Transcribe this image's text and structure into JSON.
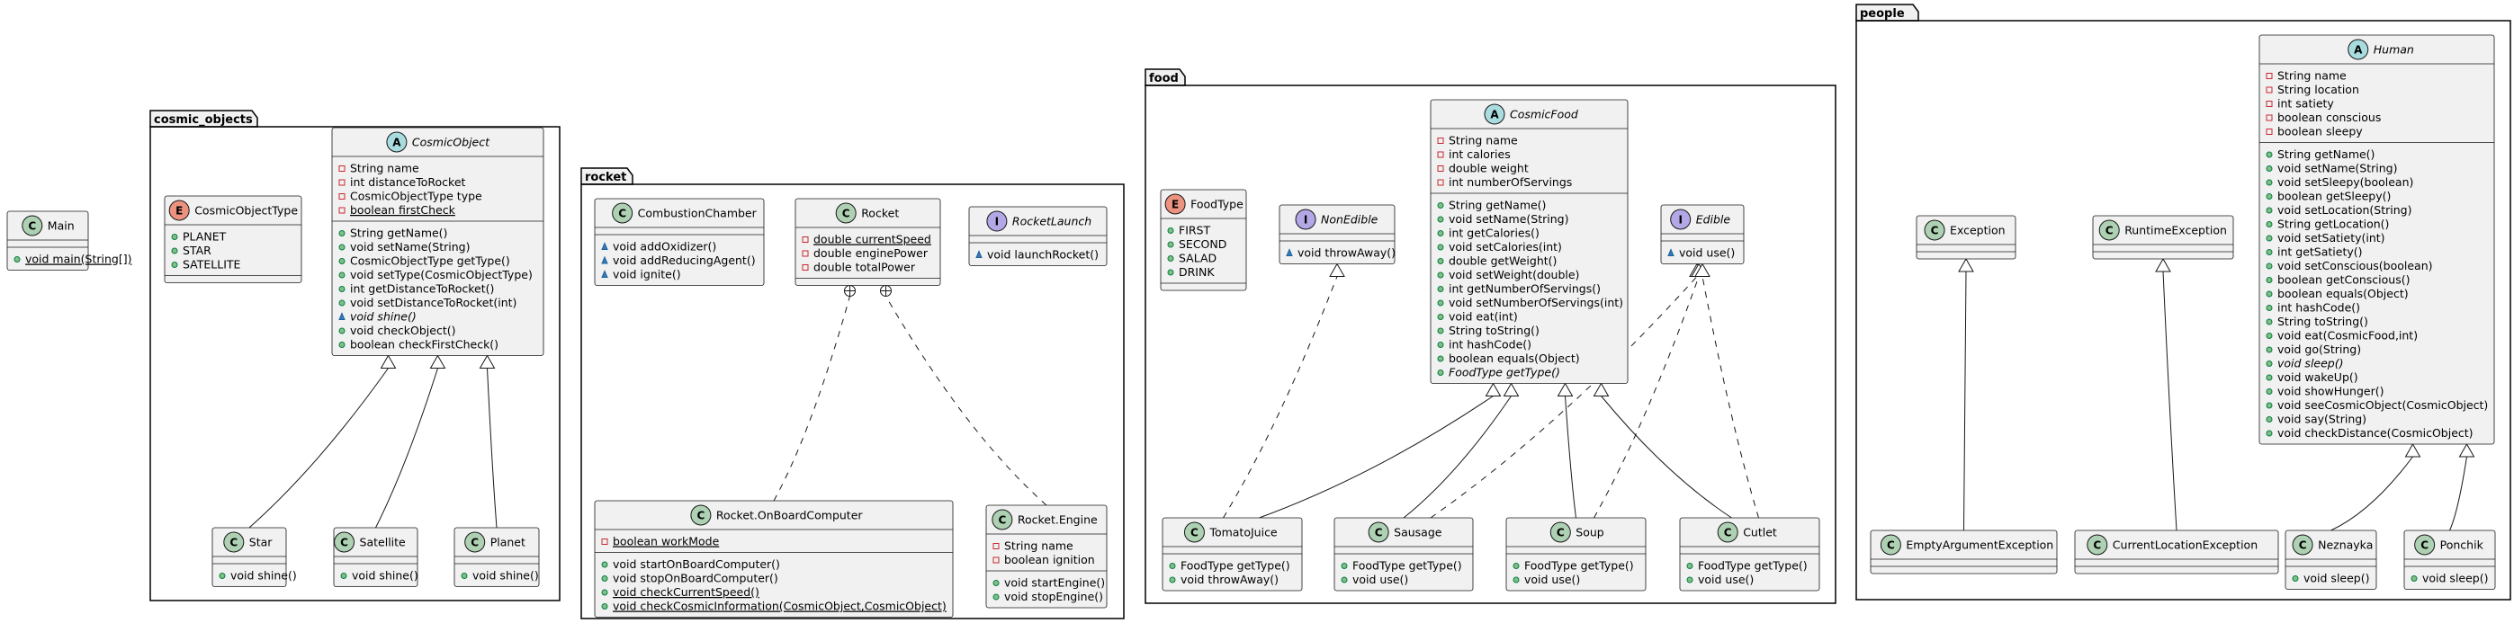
{
  "packages": [
    {
      "id": "cosmic_objects",
      "title": "cosmic_objects"
    },
    {
      "id": "rocket",
      "title": "rocket"
    },
    {
      "id": "food",
      "title": "food"
    },
    {
      "id": "people",
      "title": "people"
    }
  ],
  "stereotype_colors": {
    "C": "#ADD1B2",
    "A": "#A9DCDF",
    "E": "#EB937F",
    "I": "#B4A7E5"
  },
  "classes": [
    {
      "id": "Main",
      "name": "Main",
      "stereo": "C",
      "fields": [],
      "methods": [
        {
          "vis": "public",
          "text": "void main(String[])",
          "static": true
        }
      ]
    },
    {
      "id": "CosmicObjectType",
      "name": "CosmicObjectType",
      "stereo": "E",
      "fields": [
        {
          "vis": "public",
          "text": "PLANET"
        },
        {
          "vis": "public",
          "text": "STAR"
        },
        {
          "vis": "public",
          "text": "SATELLITE"
        }
      ],
      "methods": []
    },
    {
      "id": "CosmicObject",
      "name": "CosmicObject",
      "stereo": "A",
      "abstract": true,
      "fields": [
        {
          "vis": "private",
          "text": "String name"
        },
        {
          "vis": "private",
          "text": "int distanceToRocket"
        },
        {
          "vis": "private",
          "text": "CosmicObjectType type"
        },
        {
          "vis": "private",
          "text": "boolean firstCheck",
          "static": true
        }
      ],
      "methods": [
        {
          "vis": "public",
          "text": "String getName()"
        },
        {
          "vis": "public",
          "text": "void setName(String)"
        },
        {
          "vis": "public",
          "text": "CosmicObjectType getType()"
        },
        {
          "vis": "public",
          "text": "void setType(CosmicObjectType)"
        },
        {
          "vis": "public",
          "text": "int getDistanceToRocket()"
        },
        {
          "vis": "public",
          "text": "void setDistanceToRocket(int)"
        },
        {
          "vis": "package",
          "text": "void shine()",
          "abstract": true
        },
        {
          "vis": "public",
          "text": "void checkObject()"
        },
        {
          "vis": "public",
          "text": "boolean checkFirstCheck()"
        }
      ]
    },
    {
      "id": "Star",
      "name": "Star",
      "stereo": "C",
      "fields": [],
      "methods": [
        {
          "vis": "public",
          "text": "void shine()"
        }
      ]
    },
    {
      "id": "Satellite",
      "name": "Satellite",
      "stereo": "C",
      "fields": [],
      "methods": [
        {
          "vis": "public",
          "text": "void shine()"
        }
      ]
    },
    {
      "id": "Planet",
      "name": "Planet",
      "stereo": "C",
      "fields": [],
      "methods": [
        {
          "vis": "public",
          "text": "void shine()"
        }
      ]
    },
    {
      "id": "CombustionChamber",
      "name": "CombustionChamber",
      "stereo": "C",
      "fields": [],
      "methods": [
        {
          "vis": "package",
          "text": "void addOxidizer()"
        },
        {
          "vis": "package",
          "text": "void addReducingAgent()"
        },
        {
          "vis": "package",
          "text": "void ignite()"
        }
      ]
    },
    {
      "id": "Rocket",
      "name": "Rocket",
      "stereo": "C",
      "fields": [
        {
          "vis": "private",
          "text": "double currentSpeed",
          "static": true
        },
        {
          "vis": "private",
          "text": "double enginePower"
        },
        {
          "vis": "private",
          "text": "double totalPower"
        }
      ],
      "methods": []
    },
    {
      "id": "RocketLaunch",
      "name": "RocketLaunch",
      "stereo": "I",
      "abstract": true,
      "fields": [],
      "methods": [
        {
          "vis": "package",
          "text": "void launchRocket()"
        }
      ]
    },
    {
      "id": "OnBoardComputer",
      "name": "Rocket.OnBoardComputer",
      "stereo": "C",
      "fields": [
        {
          "vis": "private",
          "text": "boolean workMode",
          "static": true
        }
      ],
      "methods": [
        {
          "vis": "public",
          "text": "void startOnBoardComputer()"
        },
        {
          "vis": "public",
          "text": "void stopOnBoardComputer()"
        },
        {
          "vis": "public",
          "text": "void checkCurrentSpeed()",
          "static": true
        },
        {
          "vis": "public",
          "text": "void checkCosmicInformation(CosmicObject,CosmicObject)",
          "static": true
        }
      ]
    },
    {
      "id": "Engine",
      "name": "Rocket.Engine",
      "stereo": "C",
      "fields": [
        {
          "vis": "private",
          "text": "String name"
        },
        {
          "vis": "private",
          "text": "boolean ignition"
        }
      ],
      "methods": [
        {
          "vis": "public",
          "text": "void startEngine()"
        },
        {
          "vis": "public",
          "text": "void stopEngine()"
        }
      ]
    },
    {
      "id": "FoodType",
      "name": "FoodType",
      "stereo": "E",
      "fields": [
        {
          "vis": "public",
          "text": "FIRST"
        },
        {
          "vis": "public",
          "text": "SECOND"
        },
        {
          "vis": "public",
          "text": "SALAD"
        },
        {
          "vis": "public",
          "text": "DRINK"
        }
      ],
      "methods": []
    },
    {
      "id": "NonEdible",
      "name": "NonEdible",
      "stereo": "I",
      "abstract": true,
      "fields": [],
      "methods": [
        {
          "vis": "package",
          "text": "void throwAway()"
        }
      ]
    },
    {
      "id": "CosmicFood",
      "name": "CosmicFood",
      "stereo": "A",
      "abstract": true,
      "fields": [
        {
          "vis": "private",
          "text": "String name"
        },
        {
          "vis": "private",
          "text": "int calories"
        },
        {
          "vis": "private",
          "text": "double weight"
        },
        {
          "vis": "private",
          "text": "int numberOfServings"
        }
      ],
      "methods": [
        {
          "vis": "public",
          "text": "String getName()"
        },
        {
          "vis": "public",
          "text": "void setName(String)"
        },
        {
          "vis": "public",
          "text": "int getCalories()"
        },
        {
          "vis": "public",
          "text": "void setCalories(int)"
        },
        {
          "vis": "public",
          "text": "double getWeight()"
        },
        {
          "vis": "public",
          "text": "void setWeight(double)"
        },
        {
          "vis": "public",
          "text": "int getNumberOfServings()"
        },
        {
          "vis": "public",
          "text": "void setNumberOfServings(int)"
        },
        {
          "vis": "public",
          "text": "void eat(int)"
        },
        {
          "vis": "public",
          "text": "String toString()"
        },
        {
          "vis": "public",
          "text": "int hashCode()"
        },
        {
          "vis": "public",
          "text": "boolean equals(Object)"
        },
        {
          "vis": "public",
          "text": "FoodType getType()",
          "abstract": true
        }
      ]
    },
    {
      "id": "Edible",
      "name": "Edible",
      "stereo": "I",
      "abstract": true,
      "fields": [],
      "methods": [
        {
          "vis": "package",
          "text": "void use()"
        }
      ]
    },
    {
      "id": "TomatoJuice",
      "name": "TomatoJuice",
      "stereo": "C",
      "fields": [],
      "methods": [
        {
          "vis": "public",
          "text": "FoodType getType()"
        },
        {
          "vis": "public",
          "text": "void throwAway()"
        }
      ]
    },
    {
      "id": "Sausage",
      "name": "Sausage",
      "stereo": "C",
      "fields": [],
      "methods": [
        {
          "vis": "public",
          "text": "FoodType getType()"
        },
        {
          "vis": "public",
          "text": "void use()"
        }
      ]
    },
    {
      "id": "Soup",
      "name": "Soup",
      "stereo": "C",
      "fields": [],
      "methods": [
        {
          "vis": "public",
          "text": "FoodType getType()"
        },
        {
          "vis": "public",
          "text": "void use()"
        }
      ]
    },
    {
      "id": "Cutlet",
      "name": "Cutlet",
      "stereo": "C",
      "fields": [],
      "methods": [
        {
          "vis": "public",
          "text": "FoodType getType()"
        },
        {
          "vis": "public",
          "text": "void use()"
        }
      ]
    },
    {
      "id": "Exception",
      "name": "Exception",
      "stereo": "C",
      "fields": [],
      "methods": []
    },
    {
      "id": "RuntimeException",
      "name": "RuntimeException",
      "stereo": "C",
      "fields": [],
      "methods": []
    },
    {
      "id": "Human",
      "name": "Human",
      "stereo": "A",
      "abstract": true,
      "fields": [
        {
          "vis": "private",
          "text": "String name"
        },
        {
          "vis": "private",
          "text": "String location"
        },
        {
          "vis": "private",
          "text": "int satiety"
        },
        {
          "vis": "private",
          "text": "boolean conscious"
        },
        {
          "vis": "private",
          "text": "boolean sleepy"
        }
      ],
      "methods": [
        {
          "vis": "public",
          "text": "String getName()"
        },
        {
          "vis": "public",
          "text": "void setName(String)"
        },
        {
          "vis": "public",
          "text": "void setSleepy(boolean)"
        },
        {
          "vis": "public",
          "text": "boolean getSleepy()"
        },
        {
          "vis": "public",
          "text": "void setLocation(String)"
        },
        {
          "vis": "public",
          "text": "String getLocation()"
        },
        {
          "vis": "public",
          "text": "void setSatiety(int)"
        },
        {
          "vis": "public",
          "text": "int getSatiety()"
        },
        {
          "vis": "public",
          "text": "void setConscious(boolean)"
        },
        {
          "vis": "public",
          "text": "boolean getConscious()"
        },
        {
          "vis": "public",
          "text": "boolean equals(Object)"
        },
        {
          "vis": "public",
          "text": "int hashCode()"
        },
        {
          "vis": "public",
          "text": "String toString()"
        },
        {
          "vis": "public",
          "text": "void eat(CosmicFood,int)"
        },
        {
          "vis": "public",
          "text": "void go(String)"
        },
        {
          "vis": "public",
          "text": "void sleep()",
          "abstract": true
        },
        {
          "vis": "public",
          "text": "void wakeUp()"
        },
        {
          "vis": "public",
          "text": "void showHunger()"
        },
        {
          "vis": "public",
          "text": "void seeCosmicObject(CosmicObject)"
        },
        {
          "vis": "public",
          "text": "void say(String)"
        },
        {
          "vis": "public",
          "text": "void checkDistance(CosmicObject)"
        }
      ]
    },
    {
      "id": "EmptyArgumentException",
      "name": "EmptyArgumentException",
      "stereo": "C",
      "fields": [],
      "methods": []
    },
    {
      "id": "CurrentLocationException",
      "name": "CurrentLocationException",
      "stereo": "C",
      "fields": [],
      "methods": []
    },
    {
      "id": "Neznayka",
      "name": "Neznayka",
      "stereo": "C",
      "fields": [],
      "methods": [
        {
          "vis": "public",
          "text": "void sleep()"
        }
      ]
    },
    {
      "id": "Ponchik",
      "name": "Ponchik",
      "stereo": "C",
      "fields": [],
      "methods": [
        {
          "vis": "public",
          "text": "void sleep()"
        }
      ]
    }
  ],
  "relations": [
    {
      "from": "Star",
      "to": "CosmicObject",
      "kind": "extends"
    },
    {
      "from": "Satellite",
      "to": "CosmicObject",
      "kind": "extends"
    },
    {
      "from": "Planet",
      "to": "CosmicObject",
      "kind": "extends"
    },
    {
      "from": "OnBoardComputer",
      "to": "Rocket",
      "kind": "nested"
    },
    {
      "from": "Engine",
      "to": "Rocket",
      "kind": "nested"
    },
    {
      "from": "TomatoJuice",
      "to": "NonEdible",
      "kind": "implements"
    },
    {
      "from": "TomatoJuice",
      "to": "CosmicFood",
      "kind": "extends"
    },
    {
      "from": "Sausage",
      "to": "CosmicFood",
      "kind": "extends"
    },
    {
      "from": "Sausage",
      "to": "Edible",
      "kind": "implements"
    },
    {
      "from": "Soup",
      "to": "CosmicFood",
      "kind": "extends"
    },
    {
      "from": "Soup",
      "to": "Edible",
      "kind": "implements"
    },
    {
      "from": "Cutlet",
      "to": "CosmicFood",
      "kind": "extends"
    },
    {
      "from": "Cutlet",
      "to": "Edible",
      "kind": "implements"
    },
    {
      "from": "EmptyArgumentException",
      "to": "Exception",
      "kind": "extends"
    },
    {
      "from": "CurrentLocationException",
      "to": "RuntimeException",
      "kind": "extends"
    },
    {
      "from": "Neznayka",
      "to": "Human",
      "kind": "extends"
    },
    {
      "from": "Ponchik",
      "to": "Human",
      "kind": "extends"
    }
  ]
}
